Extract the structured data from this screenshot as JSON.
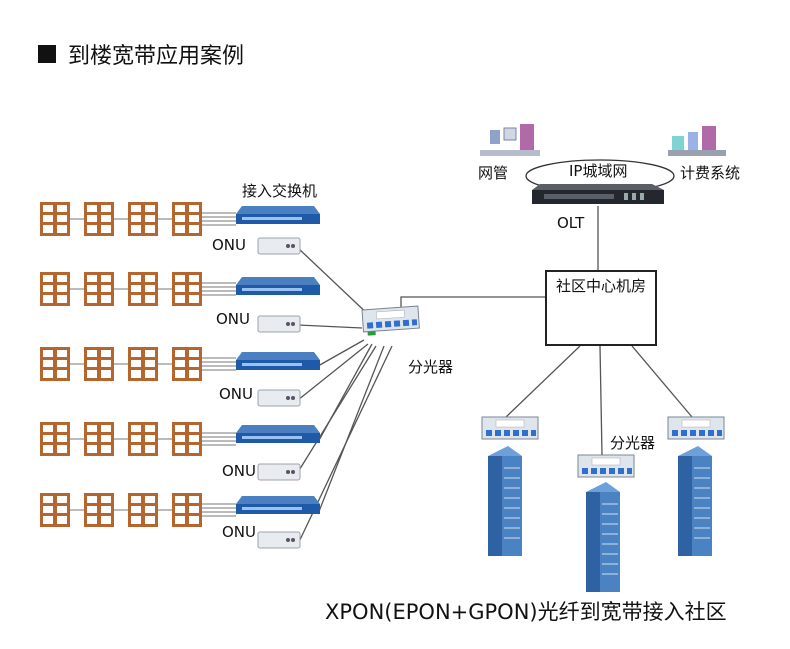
{
  "page_title": "到楼宽带应用案例",
  "labels": {
    "access_switch": "接入交换机",
    "onu": "ONU",
    "splitter": "分光器",
    "network_mgmt": "网管",
    "ip_metro": "IP城域网",
    "billing": "计费系统",
    "olt": "OLT",
    "community_room": "社区中心机房"
  },
  "caption": "XPON(EPON+GPON)光纤到宽带接入社区",
  "colors": {
    "building_brown": "#b5652e",
    "switch_blue": "#1e5aa8",
    "tower_blue": "#4a82c2",
    "line_gray": "#555555"
  }
}
